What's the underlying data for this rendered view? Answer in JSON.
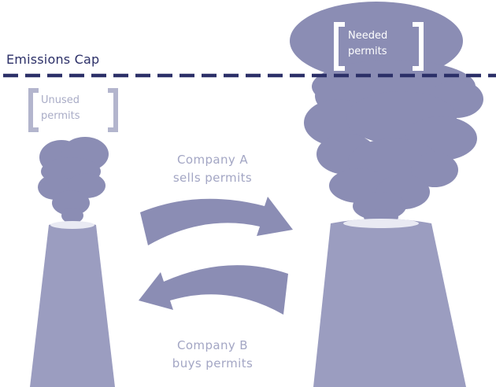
{
  "cap_label": "Emissions Cap",
  "unused_permits": {
    "line1": "Unused",
    "line2": "permits"
  },
  "needed_permits": {
    "line1": "Needed",
    "line2": "permits"
  },
  "sells_label": {
    "line1": "Company A",
    "line2": "sells permits"
  },
  "buys_label": {
    "line1": "Company B",
    "line2": "buys permits"
  },
  "colors": {
    "smoke": "#8b8db4",
    "chimney": "#9b9dc0",
    "cap_line": "#2c3068",
    "bracket_light": "#b3b5cd",
    "arrow": "#8b8db4",
    "label": "#a3a6c4"
  }
}
